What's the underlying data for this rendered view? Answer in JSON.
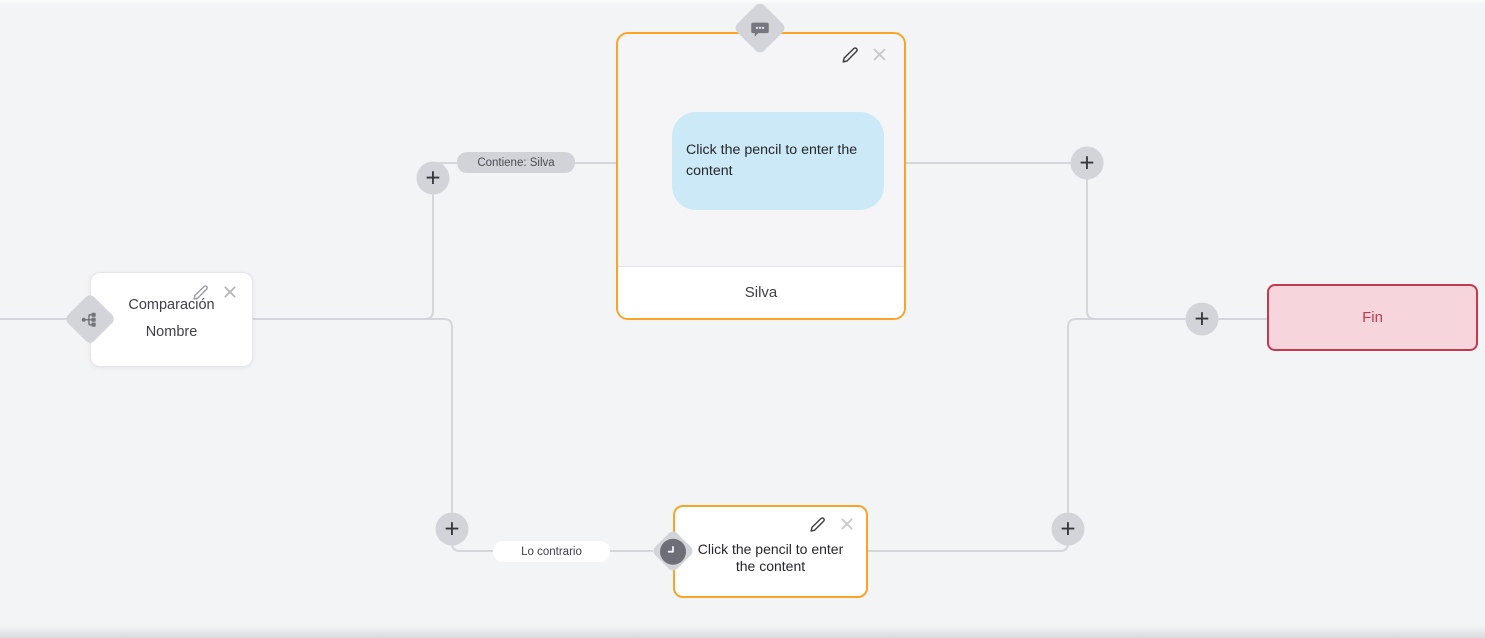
{
  "ui": {
    "add_symbol": "+"
  },
  "canvas": {
    "background": "#f3f4f6",
    "connector_color": "#d5d6db"
  },
  "condition_node": {
    "title": "Comparación",
    "subtitle": "Nombre"
  },
  "message_node": {
    "bubble_text": "Click the pencil to enter the content",
    "footer_label": "Silva",
    "accent_color": "#f7a428",
    "bubble_color": "#cbe9f6"
  },
  "timer_node": {
    "placeholder_text": "Click the pencil to enter the content"
  },
  "end_node": {
    "label": "Fin",
    "accent_color": "#c23a52",
    "background_color": "#f6d6dc"
  },
  "edge_labels": {
    "match": "Contiene: Silva",
    "otherwise": "Lo contrario"
  }
}
